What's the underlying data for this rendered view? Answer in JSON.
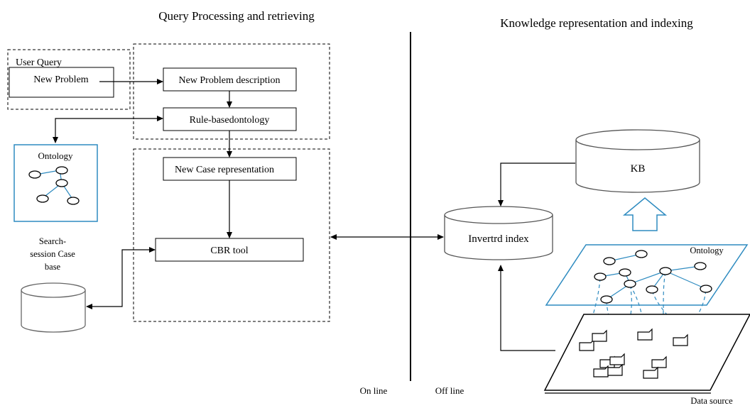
{
  "headings": {
    "left": "Query Processing  and retrieving",
    "right": "Knowledge representation and indexing"
  },
  "user_query": {
    "label": "User Query",
    "new_problem": "New Problem"
  },
  "boxes": {
    "problem_description": "New Problem description",
    "rule_based_ontology": "Rule-basedontology",
    "case_representation": "New Case representation",
    "cbr_tool": "CBR tool"
  },
  "ontology_panel": {
    "label": "Ontology"
  },
  "case_base": {
    "line1": "Search-",
    "line2": "session Case",
    "line3": "base"
  },
  "knowledge": {
    "kb": "KB",
    "inverted_index": "Invertrd index",
    "ontology_plane": "Ontology",
    "data_source": "Data source"
  },
  "modes": {
    "online": "On line",
    "offline": "Off line"
  },
  "colors": {
    "ontology_blue": "#2e8bc0",
    "line": "#000000"
  }
}
